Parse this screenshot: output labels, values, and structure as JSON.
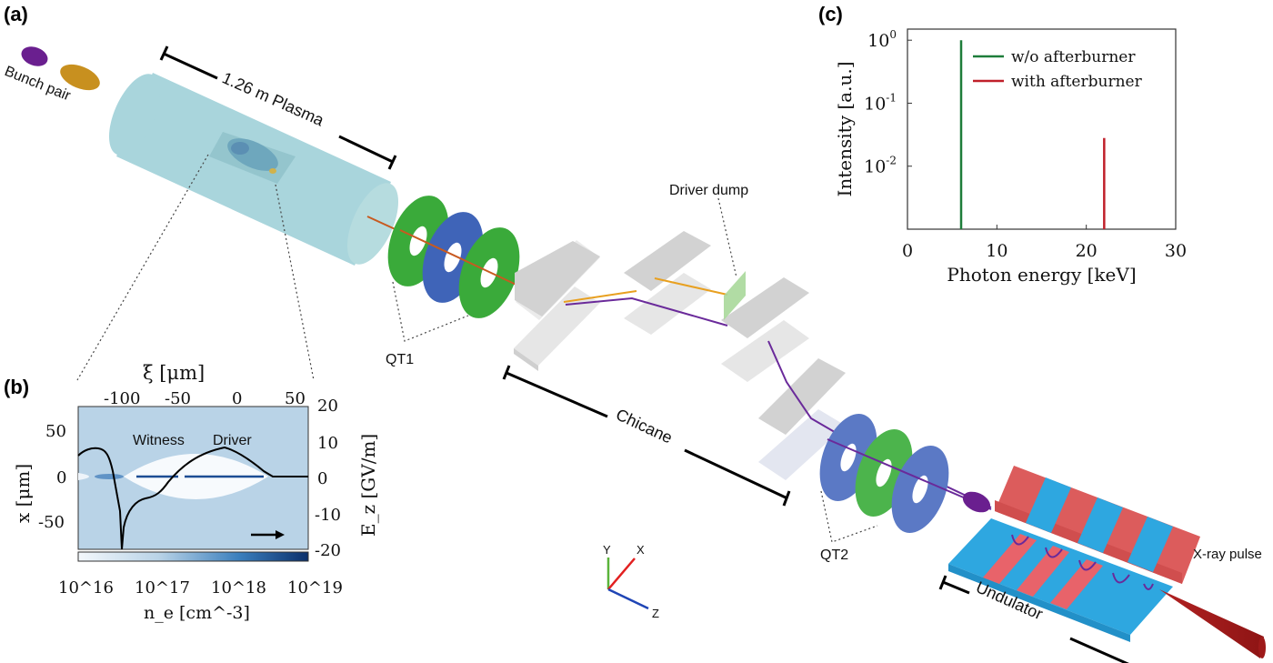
{
  "panels": {
    "a": {
      "label": "(a)",
      "bunch_pair_label": "Bunch pair",
      "plasma_label": "1.26 m Plasma",
      "qt1_label": "QT1",
      "driver_dump_label": "Driver dump",
      "chicane_label": "Chicane",
      "qt2_label": "QT2",
      "undulator_label": "Undulator",
      "xray_label": "X-ray pulse",
      "axes": {
        "x": "X",
        "y": "Y",
        "z": "Z"
      },
      "colors": {
        "driver_bunch": "#c8901f",
        "witness_bunch": "#6a1f8f",
        "plasma": "#a9d5dc",
        "quad_focus": "#3aaa3a",
        "quad_defocus": "#3f64b8",
        "dipole": "#d6d6d6",
        "driver_beam": "#e8a020",
        "witness_beam": "#6a2a9a",
        "undulator_red": "#dc5c5c",
        "undulator_blue": "#2ea7e0",
        "xray": "#b22222"
      }
    },
    "b": {
      "label": "(b)",
      "top_axis_label": "ξ [μm]",
      "top_ticks": [
        "-100",
        "-50",
        "0",
        "50"
      ],
      "left_axis_label": "x [μm]",
      "left_ticks": [
        "50",
        "0",
        "-50"
      ],
      "right_axis_label": "E_z [GV/m]",
      "right_ticks": [
        "20",
        "10",
        "0",
        "-10",
        "-20"
      ],
      "colorbar_label": "n_e [cm^-3]",
      "colorbar_ticks": [
        "10^16",
        "10^17",
        "10^18",
        "10^19"
      ],
      "annotations": {
        "witness": "Witness",
        "driver": "Driver"
      }
    },
    "c": {
      "label": "(c)"
    }
  },
  "chart_data": {
    "type": "line",
    "title": "",
    "xlabel": "Photon energy [keV]",
    "ylabel": "Intensity [a.u.]",
    "xlim": [
      0,
      30
    ],
    "ylim": [
      0.001,
      1.5
    ],
    "yscale": "log",
    "xticks": [
      "0",
      "10",
      "20",
      "30"
    ],
    "yticks": [
      "10^0",
      "10^-1",
      "10^-2"
    ],
    "legend_position": "top-right",
    "series": [
      {
        "name": "w/o afterburner",
        "color": "#1e7d3a",
        "x": [
          6.0,
          6.0
        ],
        "y": [
          0.001,
          1.0
        ]
      },
      {
        "name": "with afterburner",
        "color": "#c0202a",
        "x": [
          22.0,
          22.0
        ],
        "y": [
          0.001,
          0.028
        ]
      }
    ]
  }
}
